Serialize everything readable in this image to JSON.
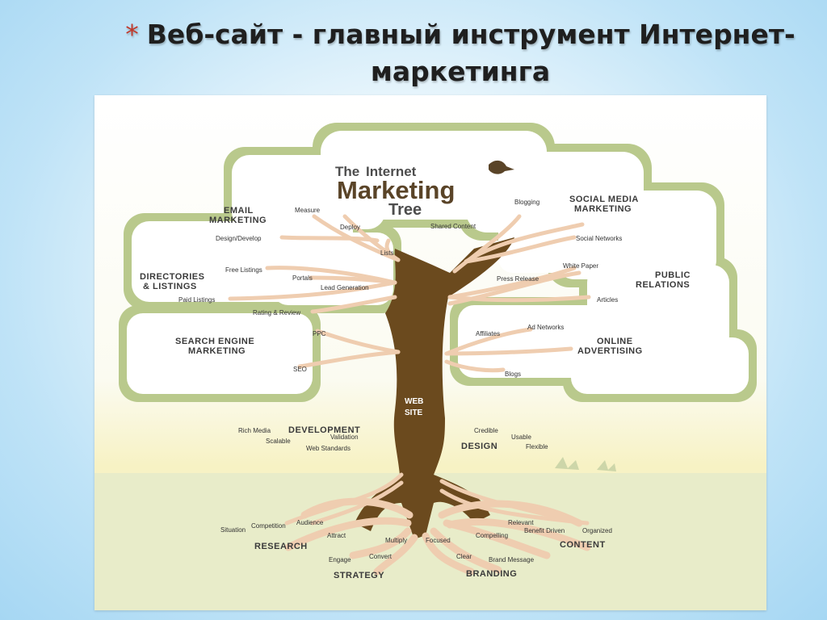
{
  "slide": {
    "bullet": "*",
    "title_line1": "Веб-сайт - главный инструмент Интернет-",
    "title_line2": "маркетинга"
  },
  "tree": {
    "title_the": "The",
    "title_internet": "Internet",
    "title_marketing": "Marketing",
    "title_tree": "Tree",
    "trunk_line1": "WEB",
    "trunk_line2": "SITE",
    "colors": {
      "crown": "#b9c98c",
      "trunk": "#6b4a1e",
      "roots": "#efcdb0",
      "ground": "#e8ecc9"
    },
    "categories": {
      "email_1": "EMAIL",
      "email_2": "MARKETING",
      "directories_1": "DIRECTORIES",
      "directories_2": "& LISTINGS",
      "search_1": "SEARCH ENGINE",
      "search_2": "MARKETING",
      "social_1": "SOCIAL MEDIA",
      "social_2": "MARKETING",
      "pr_1": "PUBLIC",
      "pr_2": "RELATIONS",
      "online_1": "ONLINE",
      "online_2": "ADVERTISING",
      "development": "DEVELOPMENT",
      "design": "DESIGN",
      "research": "RESEARCH",
      "strategy": "STRATEGY",
      "branding": "BRANDING",
      "content": "CONTENT"
    },
    "labels": {
      "measure": "Measure",
      "deploy": "Deploy",
      "design_develop": "Design/Develop",
      "lists": "Lists",
      "free_listings": "Free Listings",
      "portals": "Portals",
      "lead_generation": "Lead Generation",
      "paid_listings": "Paid Listings",
      "rating_review": "Rating & Review",
      "ppc": "PPC",
      "seo": "SEO",
      "blogging": "Blogging",
      "shared_content": "Shared Content",
      "social_networks": "Social Networks",
      "white_paper": "White Paper",
      "press_release": "Press Release",
      "articles": "Articles",
      "affiliates": "Affiliates",
      "ad_networks": "Ad Networks",
      "blogs": "Blogs",
      "rich_media": "Rich Media",
      "validation": "Validation",
      "scalable": "Scalable",
      "web_standards": "Web Standards",
      "credible": "Credible",
      "usable": "Usable",
      "flexible": "Flexible",
      "situation": "Situation",
      "competition": "Competition",
      "audience": "Audience",
      "attract": "Attract",
      "engage": "Engage",
      "convert": "Convert",
      "multiply": "Multiply",
      "focused": "Focused",
      "clear": "Clear",
      "compelling": "Compelling",
      "brand_message": "Brand Message",
      "relevant": "Relevant",
      "benefit_driven": "Benefit Driven",
      "organized": "Organized"
    }
  }
}
